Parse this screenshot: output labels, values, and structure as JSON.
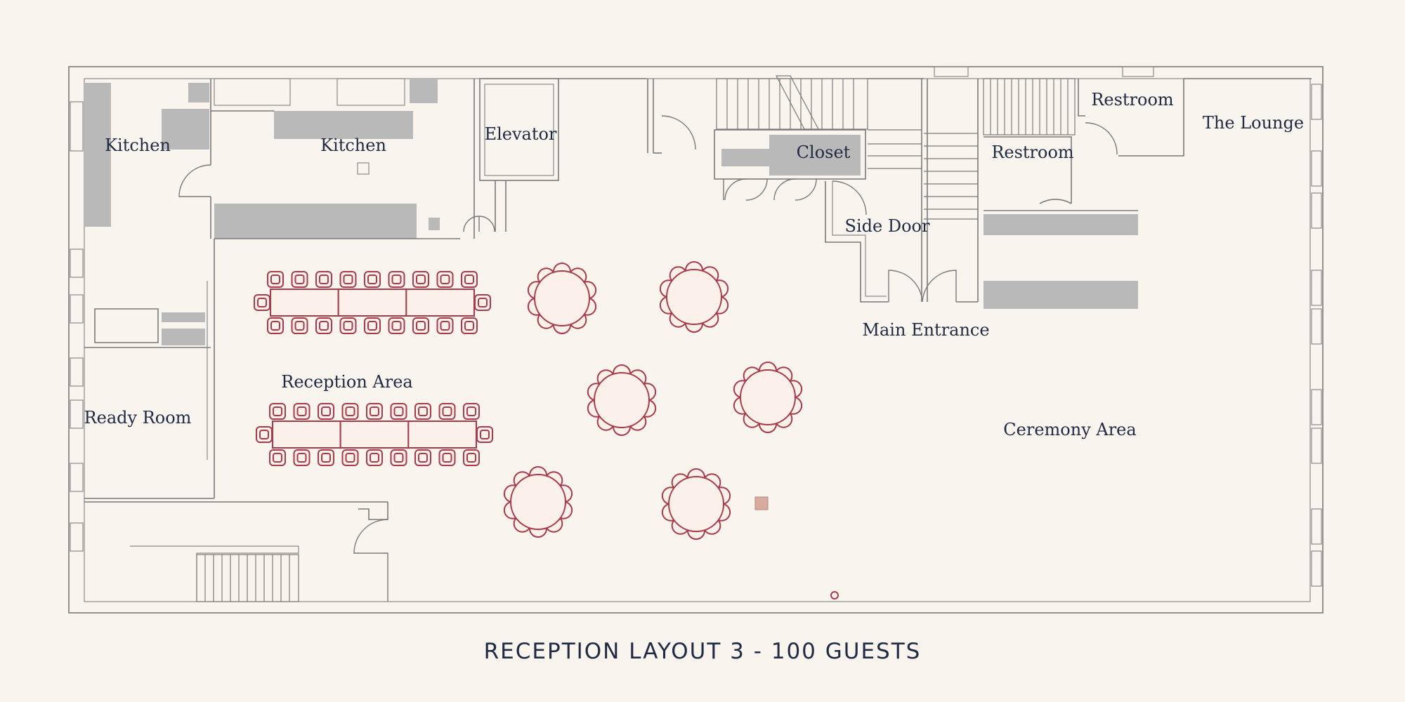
{
  "title": "RECEPTION LAYOUT 3 - 100 GUESTS",
  "rooms": {
    "kitchen_left": "Kitchen",
    "kitchen_main": "Kitchen",
    "elevator": "Elevator",
    "closet": "Closet",
    "restroom_upper": "Restroom",
    "restroom_lower": "Restroom",
    "lounge": "The Lounge",
    "side_door": "Side Door",
    "main_entrance": "Main Entrance",
    "reception_area": "Reception Area",
    "ready_room": "Ready Room",
    "ceremony_area": "Ceremony Area"
  },
  "seating": {
    "banquet_tables": 2,
    "banquet_chairs_per_side": 9,
    "round_tables": 6,
    "chairs_per_round_table": 10
  },
  "colors": {
    "background": "#faf4ee",
    "walls": "#7a7a7a",
    "furniture": "#a83a4a",
    "text": "#1f2a44"
  }
}
